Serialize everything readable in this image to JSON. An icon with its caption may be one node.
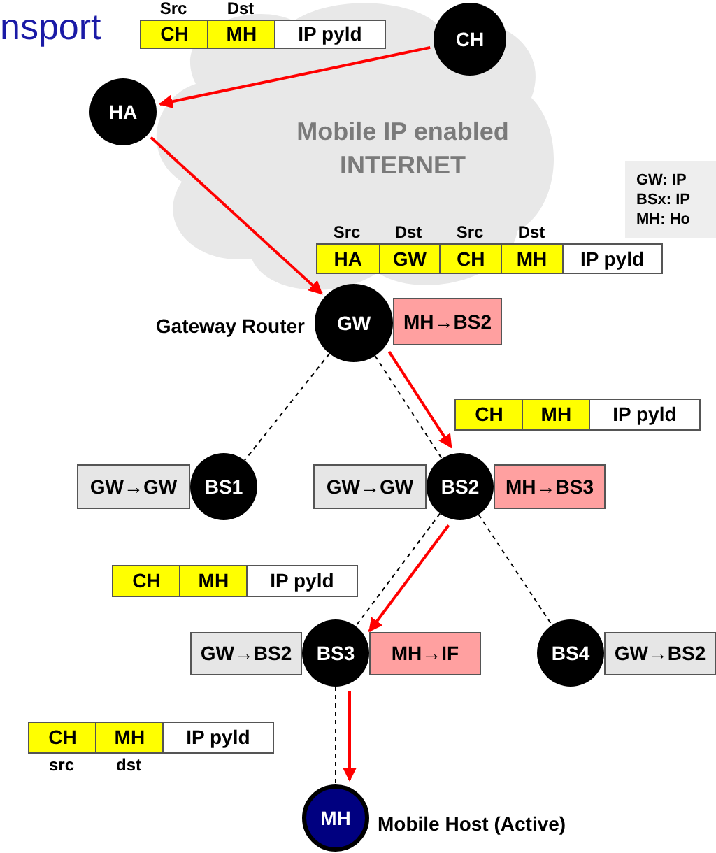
{
  "diagram": {
    "title": "nsport",
    "nodes": [
      {
        "text": [
          "CH"
        ]
      },
      {
        "text": [
          "HA"
        ]
      },
      {
        "text": [
          "CH",
          "MH",
          "IP pyld"
        ],
        "beside": [
          "Src",
          "Dst"
        ]
      },
      {
        "text": [
          "HA",
          "GW",
          "CH",
          "MH",
          "IP pyld"
        ],
        "beside": [
          "Src",
          "Dst",
          "Src",
          "Dst"
        ]
      },
      {
        "text": [
          "GW: IP",
          "BSx: IP",
          "MH: Ho"
        ]
      },
      {
        "text": [
          "GW"
        ],
        "beside": [
          "Gateway Router"
        ]
      },
      {
        "text": [
          "MH→BS2"
        ]
      },
      {
        "text": [
          "CH",
          "MH",
          "IP pyld"
        ]
      },
      {
        "text": [
          "GW→GW"
        ]
      },
      {
        "text": [
          "BS1"
        ]
      },
      {
        "text": [
          "GW→GW"
        ]
      },
      {
        "text": [
          "BS2"
        ]
      },
      {
        "text": [
          "MH→BS3"
        ]
      },
      {
        "text": [
          "CH",
          "MH",
          "IP pyld"
        ]
      },
      {
        "text": [
          "GW→BS2"
        ]
      },
      {
        "text": [
          "BS3"
        ]
      },
      {
        "text": [
          "MH→IF"
        ]
      },
      {
        "text": [
          "BS4"
        ]
      },
      {
        "text": [
          "GW→BS2"
        ]
      },
      {
        "text": [
          "CH",
          "MH",
          "IP pyld"
        ],
        "beside": [
          "src",
          "dst"
        ]
      },
      {
        "text": [
          "MH"
        ],
        "beside": [
          "Mobile Host (Active)"
        ]
      }
    ],
    "edges": [
      {
        "from": 0,
        "to": 1,
        "arrow": "to",
        "color": "#ff0000"
      },
      {
        "from": 1,
        "to": 5,
        "arrow": "to",
        "color": "#ff0000"
      },
      {
        "from": 5,
        "to": 9,
        "arrow": "none",
        "style": "dashed",
        "color": "#000000"
      },
      {
        "from": 5,
        "to": 11,
        "arrow": "none",
        "style": "dashed",
        "color": "#000000"
      },
      {
        "from": 5,
        "to": 11,
        "arrow": "to",
        "color": "#ff0000"
      },
      {
        "from": 11,
        "to": 15,
        "arrow": "none",
        "style": "dashed",
        "color": "#000000"
      },
      {
        "from": 11,
        "to": 15,
        "arrow": "to",
        "color": "#ff0000"
      },
      {
        "from": 11,
        "to": 17,
        "arrow": "none",
        "style": "dashed",
        "color": "#000000"
      },
      {
        "from": 15,
        "to": 20,
        "arrow": "none",
        "style": "dashed",
        "color": "#000000"
      },
      {
        "from": 15,
        "to": 20,
        "arrow": "to",
        "color": "#ff0000"
      }
    ],
    "labels": [
      "Mobile IP enabled INTERNET"
    ]
  }
}
